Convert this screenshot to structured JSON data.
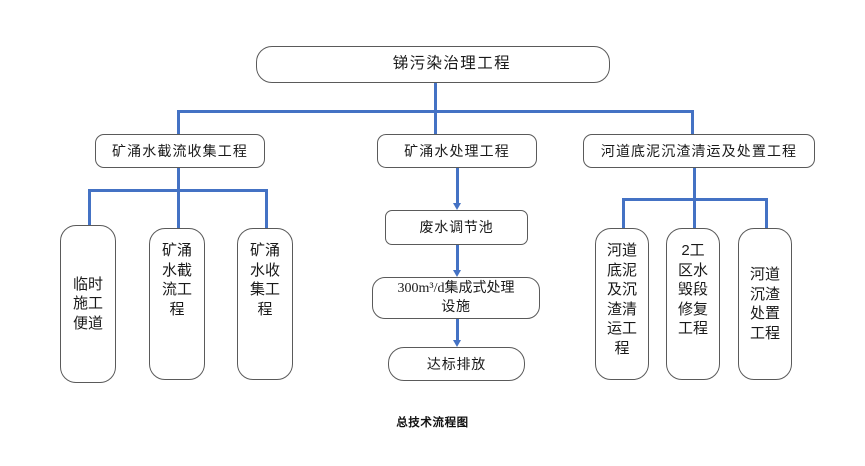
{
  "figure": {
    "caption": "总技术流程图",
    "line_color": "#4472C4",
    "box_border_color": "#5a5a5a"
  },
  "root": {
    "label": "锑污染治理工程"
  },
  "branches": [
    {
      "key": "mine-water-intercept",
      "label": "矿涌水截流收集工程",
      "children": [
        {
          "key": "temp-road",
          "label": "临时施工便道"
        },
        {
          "key": "intercept-works",
          "label": "矿涌水截流工程"
        },
        {
          "key": "collection-works",
          "label": "矿涌水收集工程"
        }
      ]
    },
    {
      "key": "mine-water-treatment",
      "label": "矿涌水处理工程",
      "steps": [
        {
          "key": "regulating-tank",
          "label": "废水调节池"
        },
        {
          "key": "integrated-facility",
          "line1": "300m³/d集成式处理",
          "line2": "设施"
        },
        {
          "key": "compliant-discharge",
          "label": "达标排放"
        }
      ]
    },
    {
      "key": "river-sediment",
      "label": "河道底泥沉渣清运及处置工程",
      "children": [
        {
          "key": "sediment-haul",
          "label": "河道底泥及沉渣清运工程"
        },
        {
          "key": "zone2-repair",
          "label": "2工区水毁段修复工程"
        },
        {
          "key": "sediment-disposal",
          "label": "河道沉渣处置工程"
        }
      ]
    }
  ]
}
